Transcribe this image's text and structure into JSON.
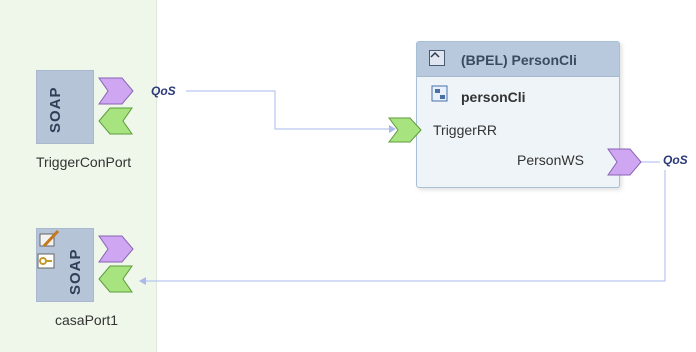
{
  "ports": [
    {
      "soap_label": "SOAP",
      "name": "TriggerConPort",
      "qos_label": "QoS"
    },
    {
      "soap_label": "SOAP",
      "name": "casaPort1"
    }
  ],
  "component": {
    "title": "(BPEL) PersonCli",
    "name": "personCli",
    "consume_endpoint": "TriggerRR",
    "provide_endpoint": "PersonWS",
    "qos_label": "QoS"
  },
  "icons": {
    "consume": "purple-chevron-icon",
    "provide": "green-chevron-icon",
    "edit": "edit-pencil-icon",
    "key": "key-icon",
    "component_module": "bpel-module-icon",
    "collapse": "collapse-toggle-icon"
  },
  "colors": {
    "panel_bg": "#eef7e9",
    "soap_block": "#b6c4d8",
    "component_header": "#b8c9de",
    "consume_chevron": "#cfa6f2",
    "provide_chevron": "#9ee07f",
    "connection_line": "#b9c6ef"
  }
}
